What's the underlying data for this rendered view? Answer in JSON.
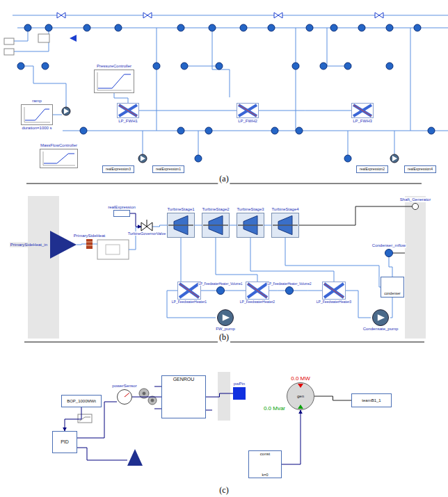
{
  "diagram": {
    "nodes": [
      {
        "text": [
          "PressureController"
        ]
      },
      {
        "text": [
          "ramp",
          "duration=1000 s"
        ]
      },
      {
        "text": [
          "MassFlowController"
        ]
      },
      {
        "text": [
          "LP_FWH1"
        ]
      },
      {
        "text": [
          "LP_FWH2"
        ]
      },
      {
        "text": [
          "LP_FWH3"
        ]
      },
      {
        "text": [
          "realExpression3"
        ]
      },
      {
        "text": [
          "realExpression1"
        ]
      },
      {
        "text": [
          "realExpression2"
        ]
      },
      {
        "text": [
          "realExpression4"
        ]
      },
      {
        "text": [
          "PrimarySideHeat_in"
        ]
      },
      {
        "text": [
          "PrimarySideHeat"
        ]
      },
      {
        "text": [
          "realExpression"
        ]
      },
      {
        "text": [
          "TurbineGovernorValve"
        ]
      },
      {
        "text": [
          "TurbineStage1"
        ]
      },
      {
        "text": [
          "TurbineStage2"
        ]
      },
      {
        "text": [
          "TurbineStage3"
        ]
      },
      {
        "text": [
          "TurbineStage4"
        ]
      },
      {
        "text": [
          "Shaft_Generator"
        ]
      },
      {
        "text": [
          "Condenser_mflow"
        ]
      },
      {
        "text": [
          "condenser"
        ]
      },
      {
        "text": [
          "LP_FeedwaterHeater1"
        ]
      },
      {
        "text": [
          "LP_FeedwaterHeater_Volume1"
        ]
      },
      {
        "text": [
          "LP_FeedwaterHeater2"
        ]
      },
      {
        "text": [
          "LP_FeedwaterHeater_Volume2"
        ]
      },
      {
        "text": [
          "LP_FeedwaterHeater3"
        ]
      },
      {
        "text": [
          "FW_pump"
        ]
      },
      {
        "text": [
          "Condensate_pump"
        ]
      },
      {
        "text": [
          "BOP_1000MWt"
        ]
      },
      {
        "text": [
          "PID"
        ]
      },
      {
        "text": [
          "powerSensor"
        ]
      },
      {
        "text": [
          "GENROU"
        ]
      },
      {
        "text": [
          "pwPin"
        ]
      },
      {
        "text": [
          "0.0 MW",
          "gen",
          "0.0 Mvar"
        ]
      },
      {
        "text": [
          "const",
          "k=0"
        ]
      },
      {
        "text": [
          "teamB1_1"
        ]
      }
    ],
    "edges": [
      {
        "from": 0,
        "to": 3,
        "arrow": "none"
      },
      {
        "from": 3,
        "to": 4,
        "arrow": "none"
      },
      {
        "from": 4,
        "to": 5,
        "arrow": "none"
      },
      {
        "from": 10,
        "to": 11,
        "arrow": "none"
      },
      {
        "from": 12,
        "to": 13,
        "arrow": "to"
      },
      {
        "from": 13,
        "to": 14,
        "arrow": "none"
      },
      {
        "from": 14,
        "to": 15,
        "arrow": "none"
      },
      {
        "from": 15,
        "to": 16,
        "arrow": "none"
      },
      {
        "from": 16,
        "to": 17,
        "arrow": "none"
      },
      {
        "from": 17,
        "to": 18,
        "arrow": "none"
      },
      {
        "from": 19,
        "to": 20,
        "arrow": "none"
      },
      {
        "from": 21,
        "to": 22,
        "arrow": "none"
      },
      {
        "from": 22,
        "to": 23,
        "arrow": "none"
      },
      {
        "from": 23,
        "to": 24,
        "arrow": "none"
      },
      {
        "from": 24,
        "to": 25,
        "arrow": "none"
      },
      {
        "from": 25,
        "to": 27,
        "arrow": "none"
      },
      {
        "from": 28,
        "to": 29,
        "arrow": "to"
      },
      {
        "from": 30,
        "to": 31,
        "arrow": "none"
      },
      {
        "from": 31,
        "to": 32,
        "arrow": "none"
      },
      {
        "from": 34,
        "to": 33,
        "arrow": "to"
      },
      {
        "from": 33,
        "to": 35,
        "arrow": "none"
      }
    ],
    "labels": [
      "(a)",
      "(b)",
      "(c)"
    ]
  }
}
